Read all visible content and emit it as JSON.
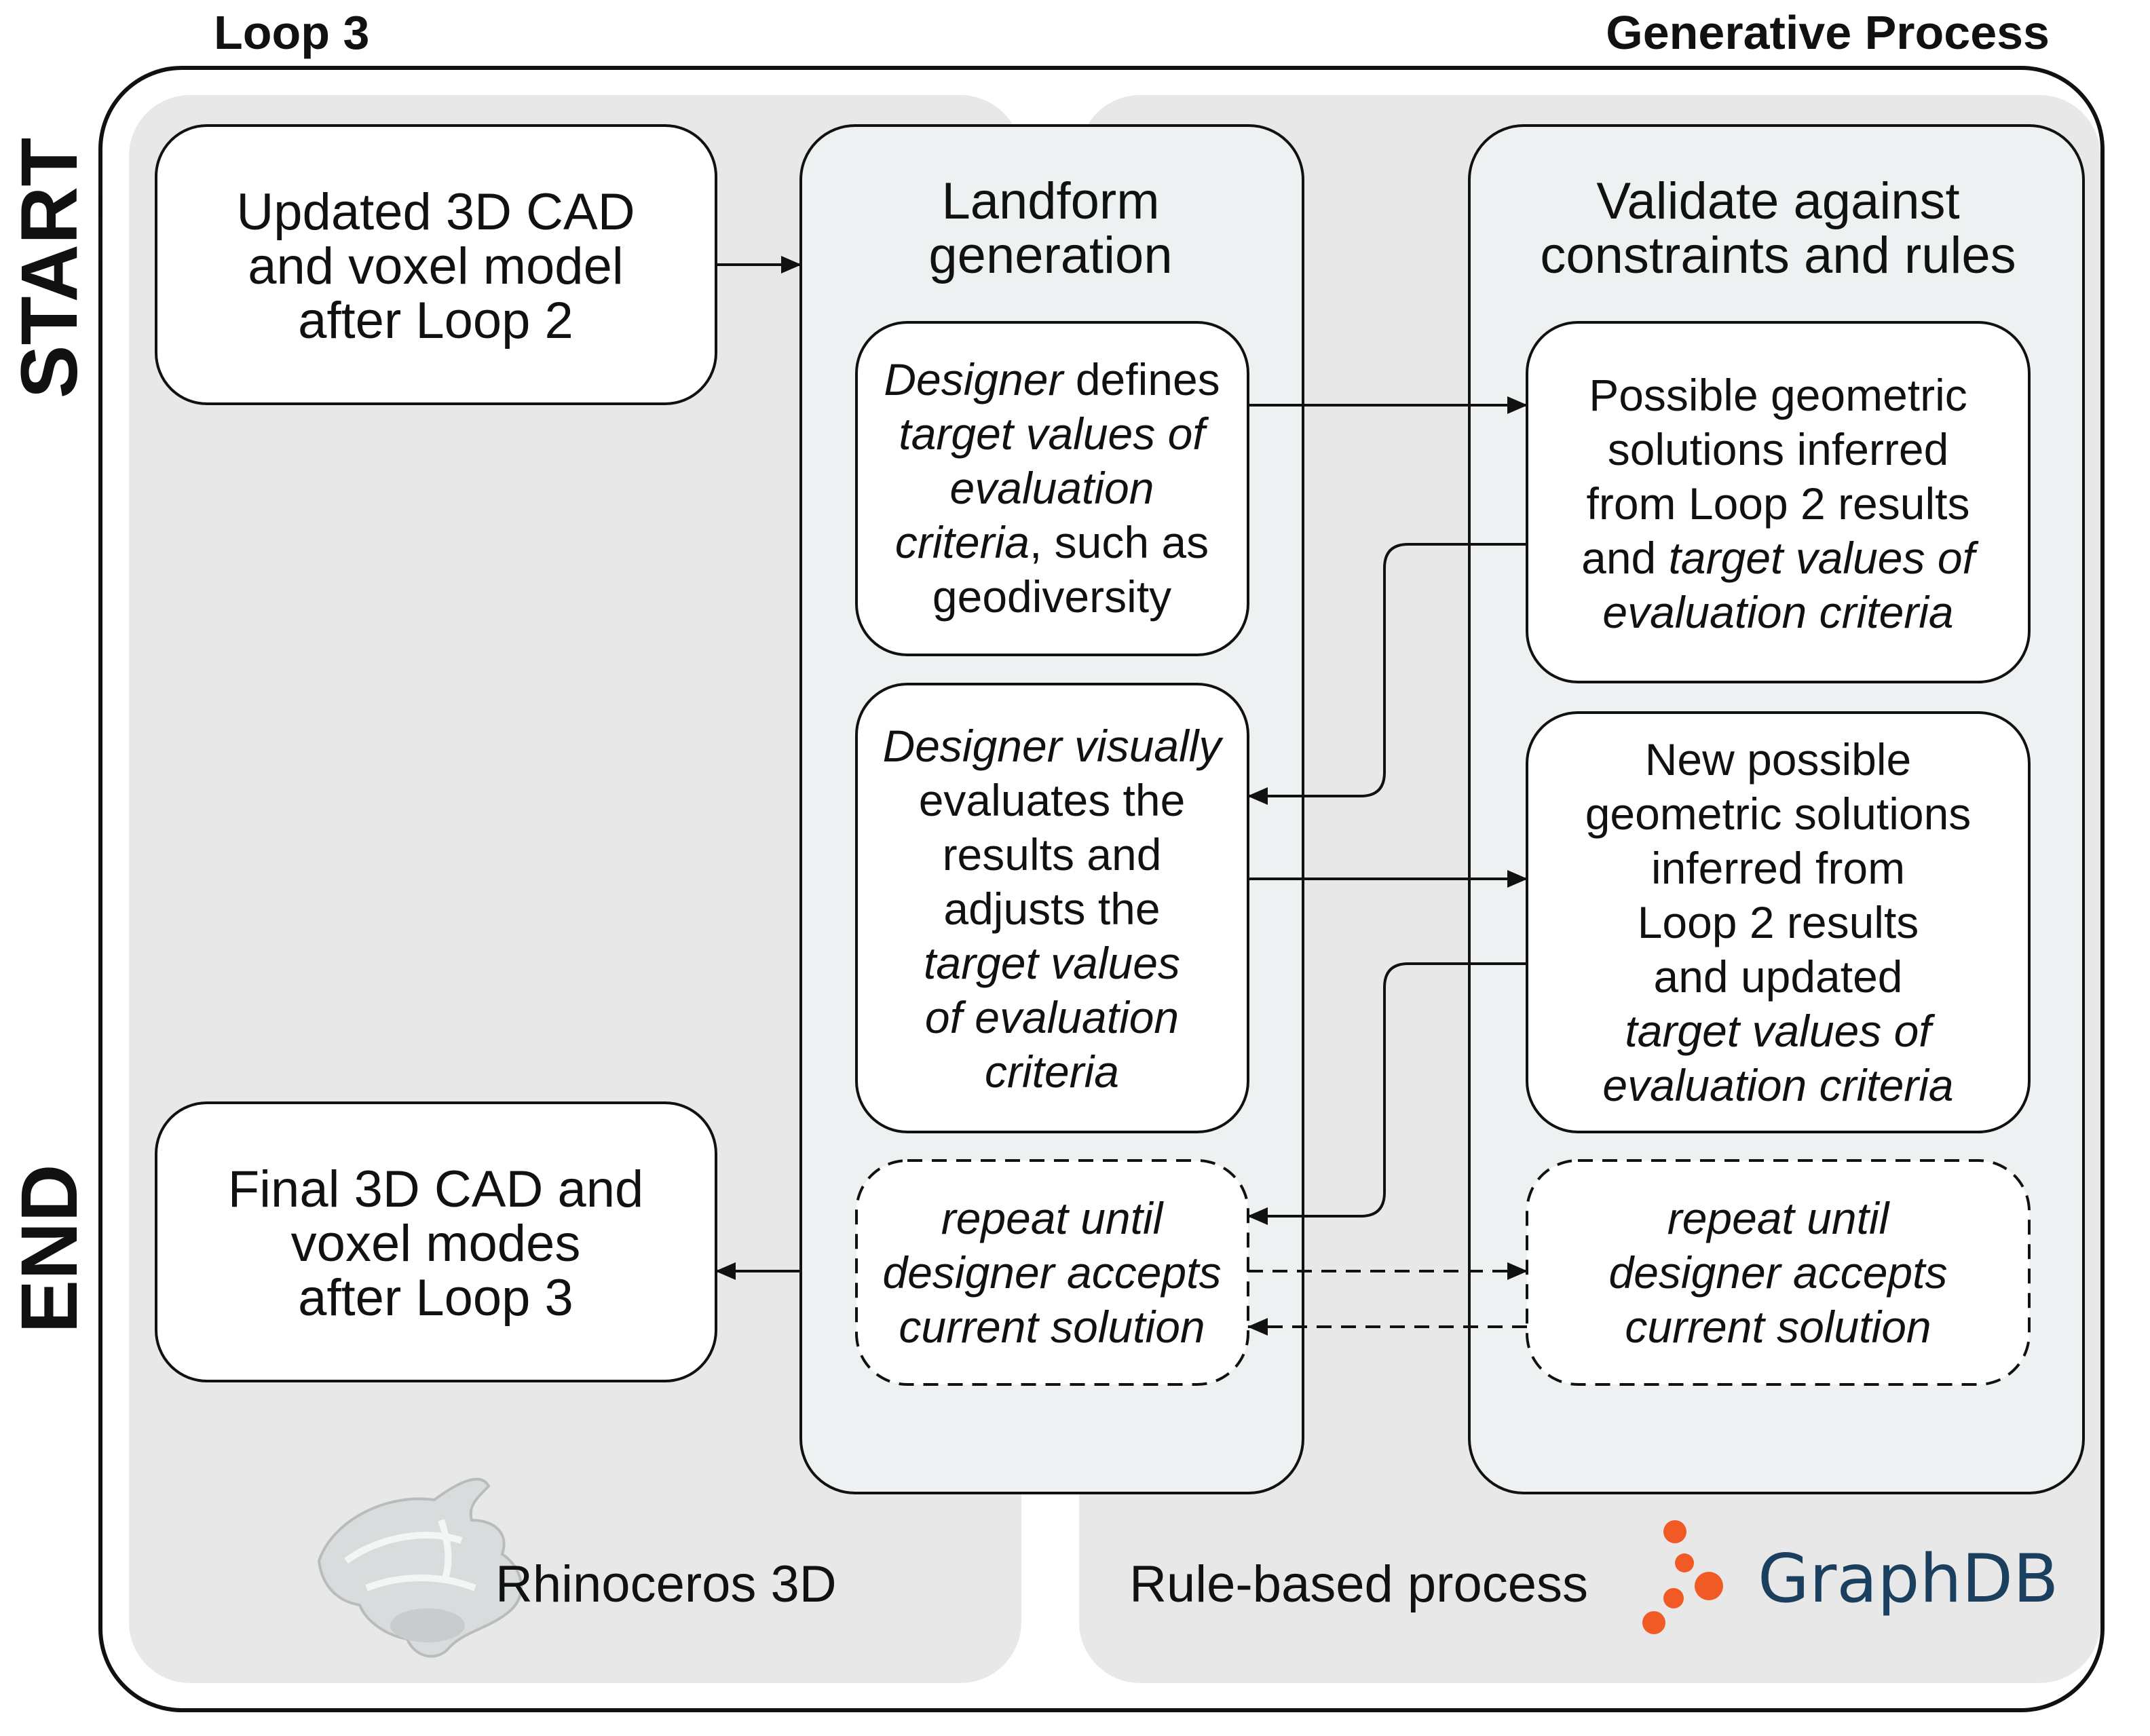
{
  "header": {
    "loop_label": "Loop 3",
    "process_label": "Generative Process"
  },
  "side_labels": {
    "start": "START",
    "end": "END"
  },
  "nodes": {
    "updated_model": [
      "Updated 3D CAD",
      "and voxel model",
      "after Loop 2"
    ],
    "final_model": [
      "Final 3D CAD and",
      "voxel modes",
      "after Loop 3"
    ],
    "landform_title": [
      "Landform",
      "generation"
    ],
    "validate_title": [
      "Validate against",
      "constraints and rules"
    ],
    "designer_defines": [
      [
        {
          "t": "Designer",
          "i": true
        },
        {
          "t": " defines",
          "i": false
        }
      ],
      [
        {
          "t": "target values of",
          "i": true
        }
      ],
      [
        {
          "t": "evaluation",
          "i": true
        }
      ],
      [
        {
          "t": "criteria",
          "i": true
        },
        {
          "t": ", such as",
          "i": false
        }
      ],
      [
        {
          "t": "geodiversity",
          "i": false
        }
      ]
    ],
    "possible_solutions": [
      [
        {
          "t": "Possible geometric",
          "i": false
        }
      ],
      [
        {
          "t": "solutions inferred",
          "i": false
        }
      ],
      [
        {
          "t": "from Loop 2 results",
          "i": false
        }
      ],
      [
        {
          "t": "and ",
          "i": false
        },
        {
          "t": "target values of",
          "i": true
        }
      ],
      [
        {
          "t": "evaluation criteria",
          "i": true
        }
      ]
    ],
    "designer_evaluates": [
      [
        {
          "t": "Designer visually",
          "i": true
        }
      ],
      [
        {
          "t": "evaluates the",
          "i": false
        }
      ],
      [
        {
          "t": "results and",
          "i": false
        }
      ],
      [
        {
          "t": "adjusts the",
          "i": false
        }
      ],
      [
        {
          "t": "target values",
          "i": true
        }
      ],
      [
        {
          "t": "of evaluation",
          "i": true
        }
      ],
      [
        {
          "t": "criteria",
          "i": true
        }
      ]
    ],
    "new_solutions": [
      [
        {
          "t": "New possible",
          "i": false
        }
      ],
      [
        {
          "t": "geometric solutions",
          "i": false
        }
      ],
      [
        {
          "t": "inferred from",
          "i": false
        }
      ],
      [
        {
          "t": "Loop 2 results",
          "i": false
        }
      ],
      [
        {
          "t": "and updated",
          "i": false
        }
      ],
      [
        {
          "t": "target values of",
          "i": true
        }
      ],
      [
        {
          "t": "evaluation criteria",
          "i": true
        }
      ]
    ],
    "repeat_left": [
      "repeat until",
      "designer accepts",
      "current solution"
    ],
    "repeat_right": [
      "repeat until",
      "designer accepts",
      "current solution"
    ]
  },
  "footer": {
    "rhino_label": "Rhinoceros 3D",
    "rule_label": "Rule-based process",
    "graphdb_label": "GraphDB"
  },
  "icons": {
    "rhino": "rhino-logo-icon",
    "graphdb": "graphdb-logo-icon"
  },
  "colors": {
    "panel_bg": "#e8e8e8",
    "column_bg": "#eef1f1",
    "box_bg": "#ffffff",
    "stroke": "#111111",
    "graphdb_orange": "#f15a24",
    "graphdb_navy": "#1b3f5e"
  }
}
